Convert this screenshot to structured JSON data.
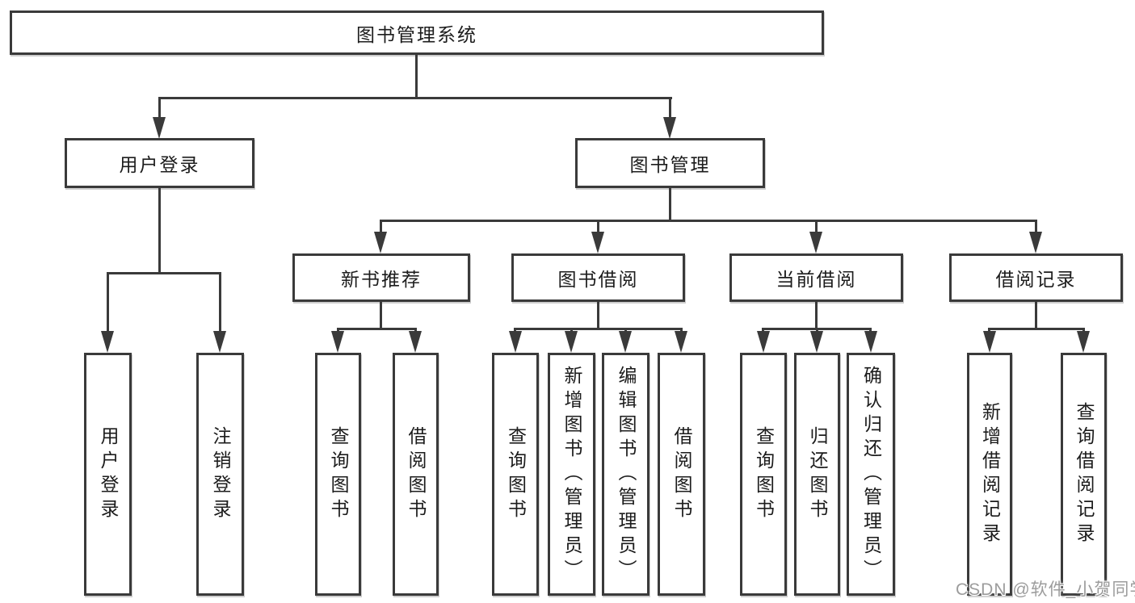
{
  "diagram": {
    "title": "图书管理系统",
    "branches": [
      {
        "label": "用户登录",
        "children": [
          "用户登录",
          "注销登录"
        ]
      },
      {
        "label": "图书管理",
        "groups": [
          {
            "label": "新书推荐",
            "children": [
              "查询图书",
              "借阅图书"
            ]
          },
          {
            "label": "图书借阅",
            "children": [
              "查询图书",
              "新增图书（管理员）",
              "编辑图书（管理员）",
              "借阅图书"
            ]
          },
          {
            "label": "当前借阅",
            "children": [
              "查询图书",
              "归还图书",
              "确认归还（管理员）"
            ]
          },
          {
            "label": "借阅记录",
            "children": [
              "新增借阅记录",
              "查询借阅记录"
            ]
          }
        ]
      }
    ]
  },
  "watermark": {
    "text": "CSDN @软件_小贺同学"
  },
  "colors": {
    "line": "#3a3a3a",
    "box_background": "#ffffff",
    "text": "#1c1c1c",
    "watermark": "#9c9c9c",
    "page_background": "#ffffff"
  }
}
